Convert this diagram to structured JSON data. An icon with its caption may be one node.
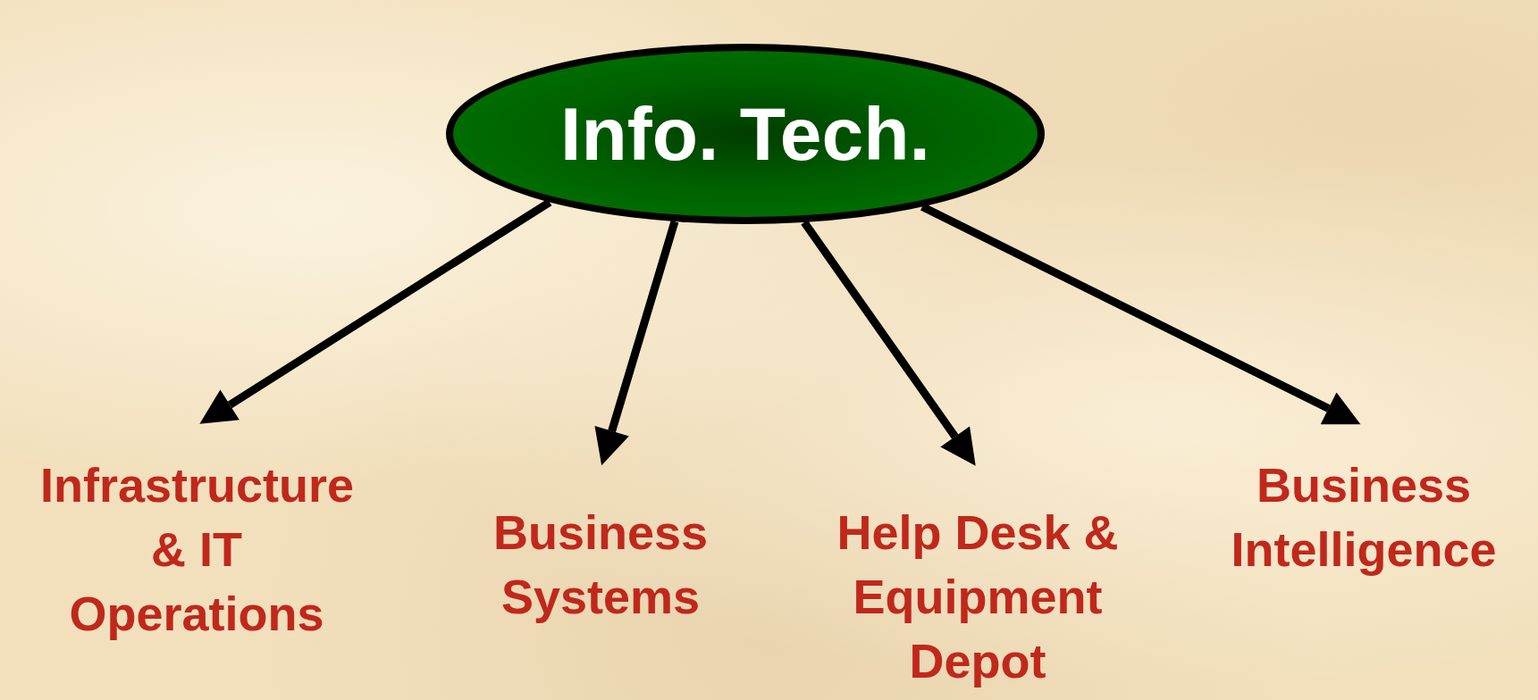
{
  "diagram": {
    "nodes": [
      {
        "text": [
          "Info. Tech."
        ]
      },
      {
        "text": [
          "Infrastructure & IT Operations"
        ]
      },
      {
        "text": [
          "Business Systems"
        ]
      },
      {
        "text": [
          "Help Desk & Equipment Depot"
        ]
      },
      {
        "text": [
          "Business Intelligence"
        ]
      }
    ],
    "edges": [
      {
        "from": 0,
        "to": 1,
        "arrow": "to"
      },
      {
        "from": 0,
        "to": 2,
        "arrow": "to"
      },
      {
        "from": 0,
        "to": 3,
        "arrow": "to"
      },
      {
        "from": 0,
        "to": 4,
        "arrow": "to"
      }
    ]
  }
}
